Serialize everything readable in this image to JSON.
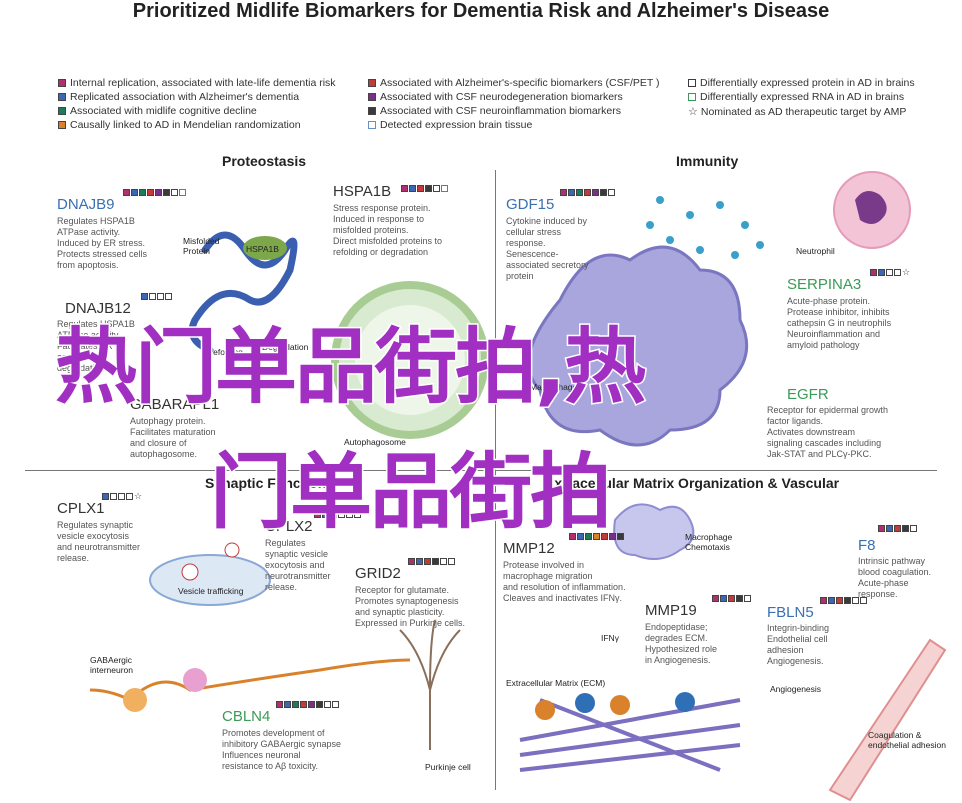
{
  "title": "Prioritized Midlife Biomarkers for Dementia Risk and Alzheimer's Disease",
  "legend": [
    {
      "label": "Internal replication, associated with late-life dementia risk",
      "color": "#b0306d"
    },
    {
      "label": "Replicated association with Alzheimer's dementia",
      "color": "#3d66b5"
    },
    {
      "label": "Associated with midlife cognitive decline",
      "color": "#1f7a5a"
    },
    {
      "label": "Causally linked to AD in Mendelian randomization",
      "color": "#d9822b"
    },
    {
      "label": "Associated with Alzheimer's-specific biomarkers (CSF/PET )",
      "color": "#c23b3b"
    },
    {
      "label": "Associated with CSF neurodegeneration biomarkers",
      "color": "#7a2f8a"
    },
    {
      "label": "Associated with CSF neuroinflammation biomarkers",
      "color": "#3a3a3a"
    },
    {
      "label": "Detected expression brain tissue",
      "color": "#ffffff"
    },
    {
      "label": "Differentially expressed protein in AD in brains",
      "color": "#ffffff"
    },
    {
      "label": "Differentially expressed RNA in AD in brains",
      "color": "#ffffff"
    },
    {
      "label": "Nominated as AD therapeutic target by AMP",
      "color": "star"
    }
  ],
  "sections": {
    "proteostasis": "Proteostasis",
    "immunity": "Immunity",
    "synaptic": "Synaptic Function",
    "ecm": "Extracellular Matrix Organization & Vascular"
  },
  "genes": {
    "dnajb9": {
      "name": "DNAJB9",
      "desc": [
        "Regulates HSPA1B",
        "ATPase activity.",
        "Induced by ER stress.",
        "Protects stressed cells",
        "from apoptosis."
      ]
    },
    "hspa1b": {
      "name": "HSPA1B",
      "desc": [
        "Stress response protein.",
        "Induced in response to",
        "misfolded proteins.",
        "Direct misfolded proteins to",
        "refolding or degradation"
      ]
    },
    "dnajb12": {
      "name": "DNAJB12",
      "desc": [
        "Regulates HSPA1B",
        "ATPase activity",
        "Facilitates ER",
        "associated",
        "degradation"
      ]
    },
    "gabarapl1": {
      "name": "GABARAPL1",
      "desc": [
        "Autophagy protein.",
        "Facilitates maturation",
        "and closure of",
        "autophagosome."
      ]
    },
    "gdf15": {
      "name": "GDF15",
      "desc": [
        "Cytokine induced by",
        "cellular stress",
        "response.",
        "Senescence-",
        "associated secretory",
        "protein"
      ]
    },
    "serpina3": {
      "name": "SERPINA3",
      "desc": [
        "Acute-phase protein.",
        "Protease inhibitor, inhibits",
        "cathepsin G in neutrophils",
        "Neuroinflammation and",
        "amyloid pathology"
      ]
    },
    "egfr": {
      "name": "EGFR",
      "desc": [
        "Receptor for epidermal growth",
        "factor ligands.",
        "Activates downstream",
        "signaling cascades including",
        "Jak-STAT and PLCγ-PKC."
      ]
    },
    "cplx1": {
      "name": "CPLX1",
      "desc": [
        "Regulates synaptic",
        "vesicle exocytosis",
        "and neurotransmitter",
        "release."
      ]
    },
    "cplx2": {
      "name": "CPLX2",
      "desc": [
        "Regulates",
        "synaptic vesicle",
        "exocytosis and",
        "neurotransmitter",
        "release."
      ]
    },
    "grid2": {
      "name": "GRID2",
      "desc": [
        "Receptor for glutamate.",
        "Promotes synaptogenesis",
        "and synaptic plasticity.",
        "Expressed in Purkinje cells."
      ]
    },
    "cbln4": {
      "name": "CBLN4",
      "desc": [
        "Promotes development of",
        "inhibitory GABAergic synapse",
        "Influences neuronal",
        "resistance to Aβ toxicity."
      ]
    },
    "mmp12": {
      "name": "MMP12",
      "desc": [
        "Protease involved in",
        "macrophage migration",
        "and resolution of inflammation.",
        "Cleaves and inactivates IFNγ."
      ]
    },
    "mmp19": {
      "name": "MMP19",
      "desc": [
        "Endopeptidase;",
        "degrades ECM.",
        "Hypothesized role",
        "in Angiogenesis."
      ]
    },
    "f8": {
      "name": "F8",
      "desc": [
        "Intrinsic pathway",
        "blood coagulation.",
        "Acute-phase",
        "response."
      ]
    },
    "fbln5": {
      "name": "FBLN5",
      "desc": [
        "Integrin-binding",
        "Endothelial cell",
        "adhesion",
        "Angiogenesis."
      ]
    }
  },
  "labels": {
    "misfolded": "Misfolded Protein",
    "hspa1b_small": "HSPA1B",
    "refolding": "Refolding",
    "degradation": "Degradation",
    "autophagosome": "Autophagosome",
    "neutrophil": "Neutrophil",
    "macrophage": "Macrophage",
    "macrophage_chemotaxis": "Macrophage Chemotaxis",
    "vesicle_trafficking": "Vesicle trafficking",
    "gabaergic": "GABAergic interneuron",
    "purkinje": "Purkinje cell",
    "ifng": "IFNγ",
    "ecm": "Extracellular Matrix (ECM)",
    "angiogenesis": "Angiogenesis",
    "coagulation": "Coagulation & endothelial adhesion"
  },
  "watermark": {
    "line1": "热门单品街拍,热",
    "line2": "门单品街拍"
  },
  "colors": {
    "gene_blue": "#3a6fb0",
    "gene_green": "#3b9a57",
    "watermark": "#a12fc2"
  }
}
